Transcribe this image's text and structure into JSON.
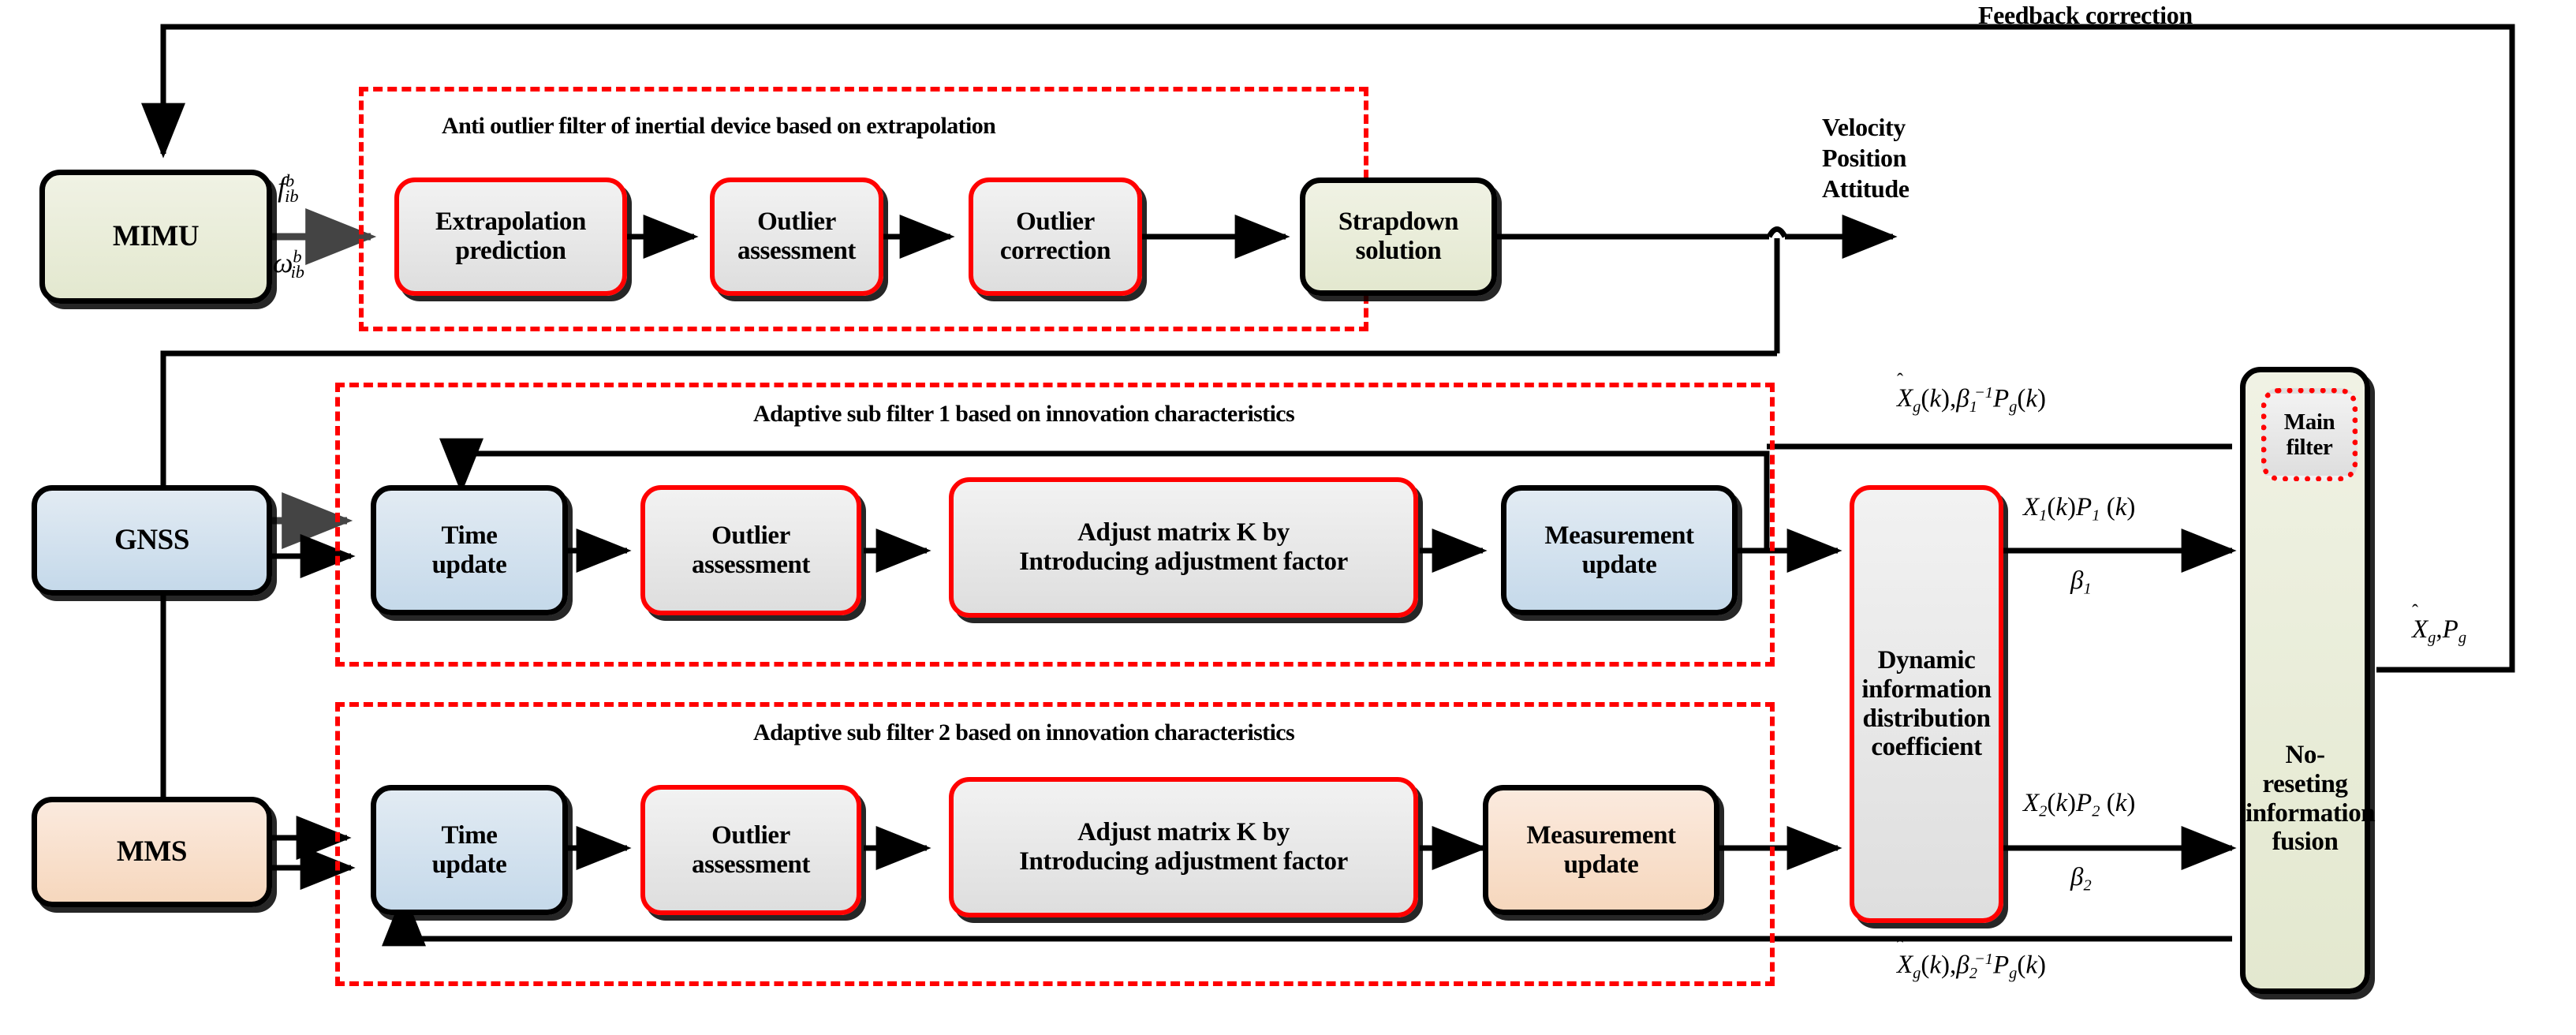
{
  "diagram": {
    "title_feedback": "Feedback correction",
    "groups": [
      {
        "id": "g1",
        "title": "Anti outlier filter of inertial device based on extrapolation"
      },
      {
        "id": "g2",
        "title": "Adaptive sub filter 1 based on innovation characteristics"
      },
      {
        "id": "g3",
        "title": "Adaptive sub filter 2 based on innovation characteristics"
      }
    ],
    "nodes": {
      "mimu": "MIMU",
      "extrapolation_prediction": "Extrapolation\nprediction",
      "outlier_assessment_top": "Outlier\nassessment",
      "outlier_correction": "Outlier\ncorrection",
      "strapdown_solution": "Strapdown\nsolution",
      "gnss": "GNSS",
      "time_update_1": "Time\nupdate",
      "outlier_assessment_1": "Outlier\nassessment",
      "adjust_matrix_1": "Adjust  matrix K by\nIntroducing adjustment factor",
      "measurement_update_1": "Measurement\nupdate",
      "mms": "MMS",
      "time_update_2": "Time\nupdate",
      "outlier_assessment_2": "Outlier\nassessment",
      "adjust_matrix_2": "Adjust  matrix K by\nIntroducing adjustment factor",
      "measurement_update_2": "Measurement\nupdate",
      "dynamic_distribution": "Dynamic\ninformation\ndistribution\ncoefficient",
      "main_filter": "Main\nfilter",
      "fusion": "No-reseting\ninformation\nfusion"
    },
    "labels": {
      "velocity_position_attitude": "Velocity\nPosition\nAttitude",
      "f_ib_b": "f_ib^b",
      "w_ib_b": "ω_ib^b",
      "x1_p1": "X₁(k)P₁ (k)",
      "beta1": "β₁",
      "x2_p2": "X₂(k)P₂ (k)",
      "beta2": "β₂",
      "xg_beta1_pg": "X̂_g(k), β₁⁻¹P_g(k)",
      "xg_beta2_pg": "X̂_g(k), β₂⁻¹P_g(k)",
      "xg_pg": "X̂_g , P_g"
    },
    "colors": {
      "accent_red": "#ff0000",
      "stroke_black": "#000000",
      "olive": "#e3e8cf",
      "blue": "#c5d9ea",
      "peach": "#f6d7bd",
      "grey": "#dedede"
    }
  }
}
